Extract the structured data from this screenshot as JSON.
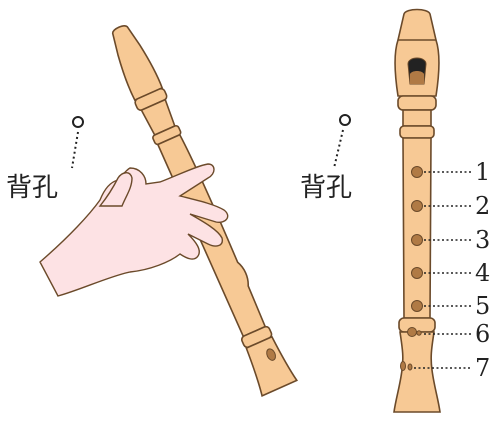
{
  "left_figure": {
    "back_hole_label": "背孔"
  },
  "right_figure": {
    "back_hole_label": "背孔",
    "hole_numbers": [
      "1",
      "2",
      "3",
      "4",
      "5",
      "6",
      "7"
    ]
  },
  "colors": {
    "recorder_fill": "#f7c995",
    "recorder_outline": "#6b4a2a",
    "hand_fill": "#fde2e4",
    "hole_fill": "#b07a45",
    "window_fill": "#222222"
  }
}
